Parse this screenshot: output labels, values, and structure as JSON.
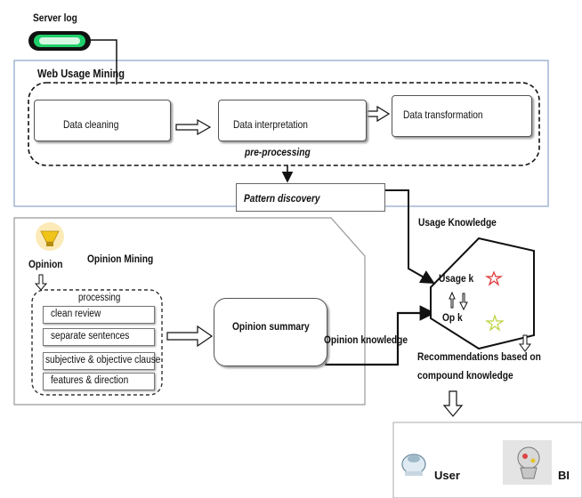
{
  "server_log": {
    "label": "Server log"
  },
  "web_usage": {
    "title": "Web Usage Mining",
    "steps": [
      "Data cleaning",
      "Data interpretation",
      "Data transformation"
    ],
    "preprocessing": "pre-processing",
    "pattern": "Pattern discovery"
  },
  "usage_knowledge": "Usage Knowledge",
  "opinion": {
    "icon_label": "Opinion",
    "title": "Opinion Mining",
    "processing": "processing",
    "items": [
      "clean review",
      "separate sentences",
      "subjective & objective clause",
      "features & direction"
    ],
    "summary": "Opinion summary",
    "knowledge": "Opinion knowledge"
  },
  "hexagon": {
    "usage_k": "Usage k",
    "op_k": "Op k"
  },
  "recommendations": {
    "line1": "Recommendations based on",
    "line2": "compound knowledge"
  },
  "output": {
    "user": "User",
    "bi": "BI"
  }
}
